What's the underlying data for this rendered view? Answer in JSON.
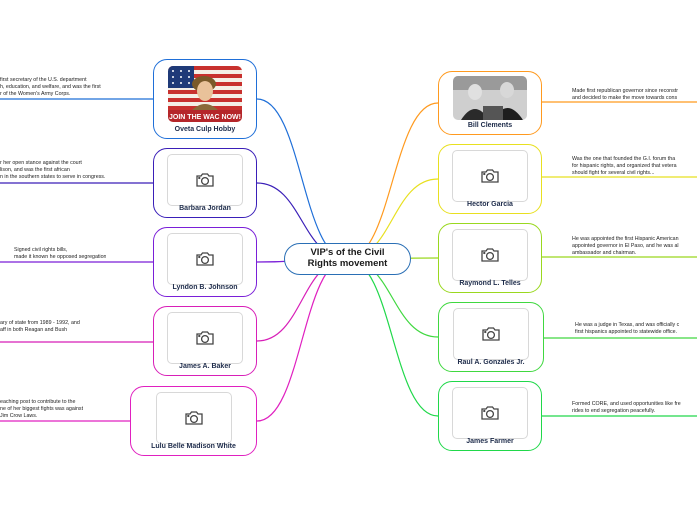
{
  "center": {
    "title": "VIP's of the Civil\nRights movement"
  },
  "colors": {
    "center_border": "#2a6fb5",
    "branch_left": [
      "#1f6fd8",
      "#3a1fb8",
      "#7a1fd8",
      "#d81fb8",
      "#e020c0"
    ],
    "branch_right": [
      "#ff9a1f",
      "#e8e020",
      "#9ad81f",
      "#40d840",
      "#20d84a"
    ]
  },
  "icons": {
    "placeholder": "camera-icon",
    "photo_oveta": "wac-poster-photo",
    "photo_bill": "bill-clements-photo"
  },
  "nodes_left": [
    {
      "label": "Oveta Culp Hobby",
      "note": "first secretary of the U.S. department\nh, education, and welfare, and was the first\nr of the Women's Army Corps.",
      "image": "photo"
    },
    {
      "label": "Barbara Jordan",
      "note": "r her open stance against the court\nlison, and was the first african\nn in the southern states to serve in congress.",
      "image": "camera"
    },
    {
      "label": "Lyndon B. Johnson",
      "note": "Signed civil rights bills,\nmade it known he opposed segregation",
      "image": "camera"
    },
    {
      "label": "James A. Baker",
      "note": "ary of state from 1989 - 1992, and\naff in both Reagan and Bush",
      "image": "camera"
    },
    {
      "label": "Lulu Belle Madison White",
      "note": "eaching post to contribute to the\nne of her biggest fights was against\nJim Crow Laws.",
      "image": "camera"
    }
  ],
  "nodes_right": [
    {
      "label": "Bill Clements",
      "note": "Made first republican governor since reconstr\nand decided to make the move towards cons",
      "image": "photo"
    },
    {
      "label": "Hector Garcia",
      "note": "Was the one that founded the G.I. forum tha\nfor hispanic rights, and organized that vetera\nshould fight for several civil rights...",
      "image": "camera"
    },
    {
      "label": "Raymond L. Telles",
      "note": "He was appointed the first Hispanic American\nappointed governor in El Paso, and he was al\nambassador and chairman.",
      "image": "camera"
    },
    {
      "label": "Raul A. Gonzales Jr.",
      "note": "He was a judge in Texas, and was officially c\nfirst hispanics appointed to statewide office.",
      "image": "camera"
    },
    {
      "label": "James Farmer",
      "note": "Formed CORE, and used opportunities like fre\nrides to end segregation peacefully.",
      "image": "camera"
    }
  ]
}
